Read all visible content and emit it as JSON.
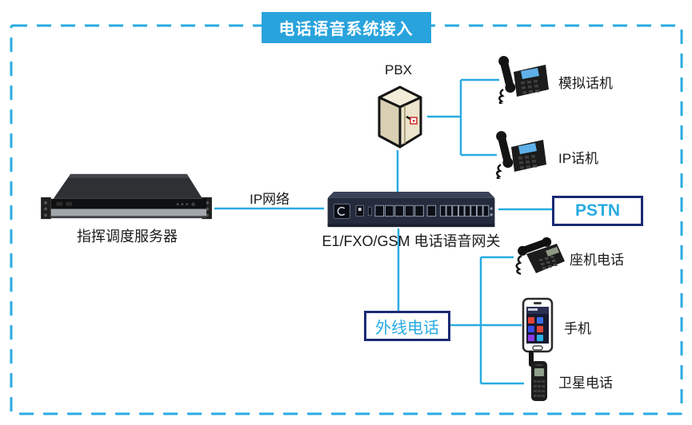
{
  "title": "电话语音系统接入",
  "colors": {
    "accent_cyan": "#29ABE2",
    "badge_background": "#29A3DC",
    "node_box_border": "#1B2A75",
    "node_box_text": "#29ABE2",
    "label_text": "#1A1A1A"
  },
  "nodes": {
    "server": {
      "label": "指挥调度服务器"
    },
    "gateway": {
      "label": "E1/FXO/GSM 电话语音网关"
    },
    "pbx": {
      "label": "PBX"
    },
    "pstn": {
      "label": "PSTN"
    },
    "outside_line": {
      "label": "外线电话"
    },
    "analog_phone": {
      "label": "模拟话机"
    },
    "ip_phone": {
      "label": "IP话机"
    },
    "desk_phone": {
      "label": "座机电话"
    },
    "mobile_phone": {
      "label": "手机"
    },
    "satellite_phone": {
      "label": "卫星电话"
    }
  },
  "links": {
    "ip_network": {
      "label": "IP网络"
    }
  }
}
